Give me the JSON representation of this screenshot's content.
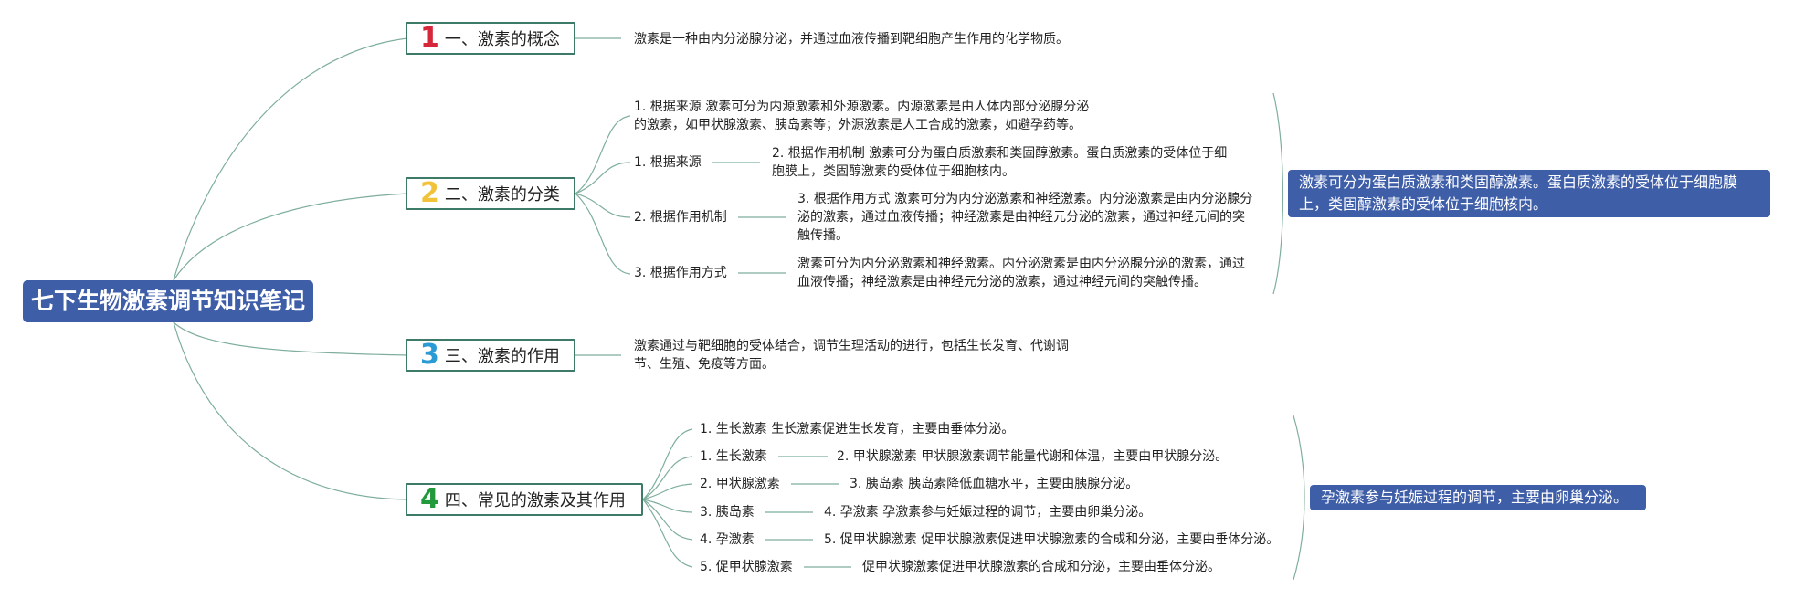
{
  "root": {
    "title": "七下生物激素调节知识笔记"
  },
  "branches": [
    {
      "num": "1",
      "color": "#d6263a",
      "label": "一、激素的概念"
    },
    {
      "num": "2",
      "color": "#f2c23a",
      "label": "二、激素的分类"
    },
    {
      "num": "3",
      "color": "#2a9bd4",
      "label": "三、激素的作用"
    },
    {
      "num": "4",
      "color": "#229a3c",
      "label": "四、常见的激素及其作用"
    }
  ],
  "concept": {
    "text": "激素是一种由内分泌腺分泌，并通过血液传播到靶细胞产生作用的化学物质。"
  },
  "classification": {
    "top_note": "1. 根据来源 激素可分为内源激素和外源激素。内源激素是由人体内部分泌腺分泌的激素，如甲状腺激素、胰岛素等；外源激素是人工合成的激素，如避孕药等。",
    "items": [
      {
        "label": "1. 根据来源",
        "detail": "2. 根据作用机制 激素可分为蛋白质激素和类固醇激素。蛋白质激素的受体位于细胞膜上，类固醇激素的受体位于细胞核内。"
      },
      {
        "label": "2. 根据作用机制",
        "detail": "3. 根据作用方式 激素可分为内分泌激素和神经激素。内分泌激素是由内分泌腺分泌的激素，通过血液传播；神经激素是由神经元分泌的激素，通过神经元间的突触传播。"
      },
      {
        "label": "3. 根据作用方式",
        "detail": "激素可分为内分泌激素和神经激素。内分泌激素是由内分泌腺分泌的激素，通过血液传播；神经激素是由神经元分泌的激素，通过神经元间的突触传播。"
      }
    ],
    "summary": "激素可分为蛋白质激素和类固醇激素。蛋白质激素的受体位于细胞膜上，类固醇激素的受体位于细胞核内。"
  },
  "function": {
    "text": "激素通过与靶细胞的受体结合，调节生理活动的进行，包括生长发育、代谢调节、生殖、免疫等方面。"
  },
  "common": {
    "top_note": "1. 生长激素 生长激素促进生长发育，主要由垂体分泌。",
    "items": [
      {
        "label": "1. 生长激素",
        "detail": "2. 甲状腺激素 甲状腺激素调节能量代谢和体温，主要由甲状腺分泌。"
      },
      {
        "label": "2. 甲状腺激素",
        "detail": "3. 胰岛素 胰岛素降低血糖水平，主要由胰腺分泌。"
      },
      {
        "label": "3. 胰岛素",
        "detail": "4. 孕激素 孕激素参与妊娠过程的调节，主要由卵巢分泌。"
      },
      {
        "label": "4. 孕激素",
        "detail": "5. 促甲状腺激素 促甲状腺激素促进甲状腺激素的合成和分泌，主要由垂体分泌。"
      },
      {
        "label": "5. 促甲状腺激素",
        "detail": "促甲状腺激素促进甲状腺激素的合成和分泌，主要由垂体分泌。"
      }
    ],
    "summary": "孕激素参与妊娠过程的调节，主要由卵巢分泌。"
  },
  "colors": {
    "root_bg": "#3f5ea8",
    "branch_border": "#3d7a68",
    "connector": "#7fae9d"
  }
}
